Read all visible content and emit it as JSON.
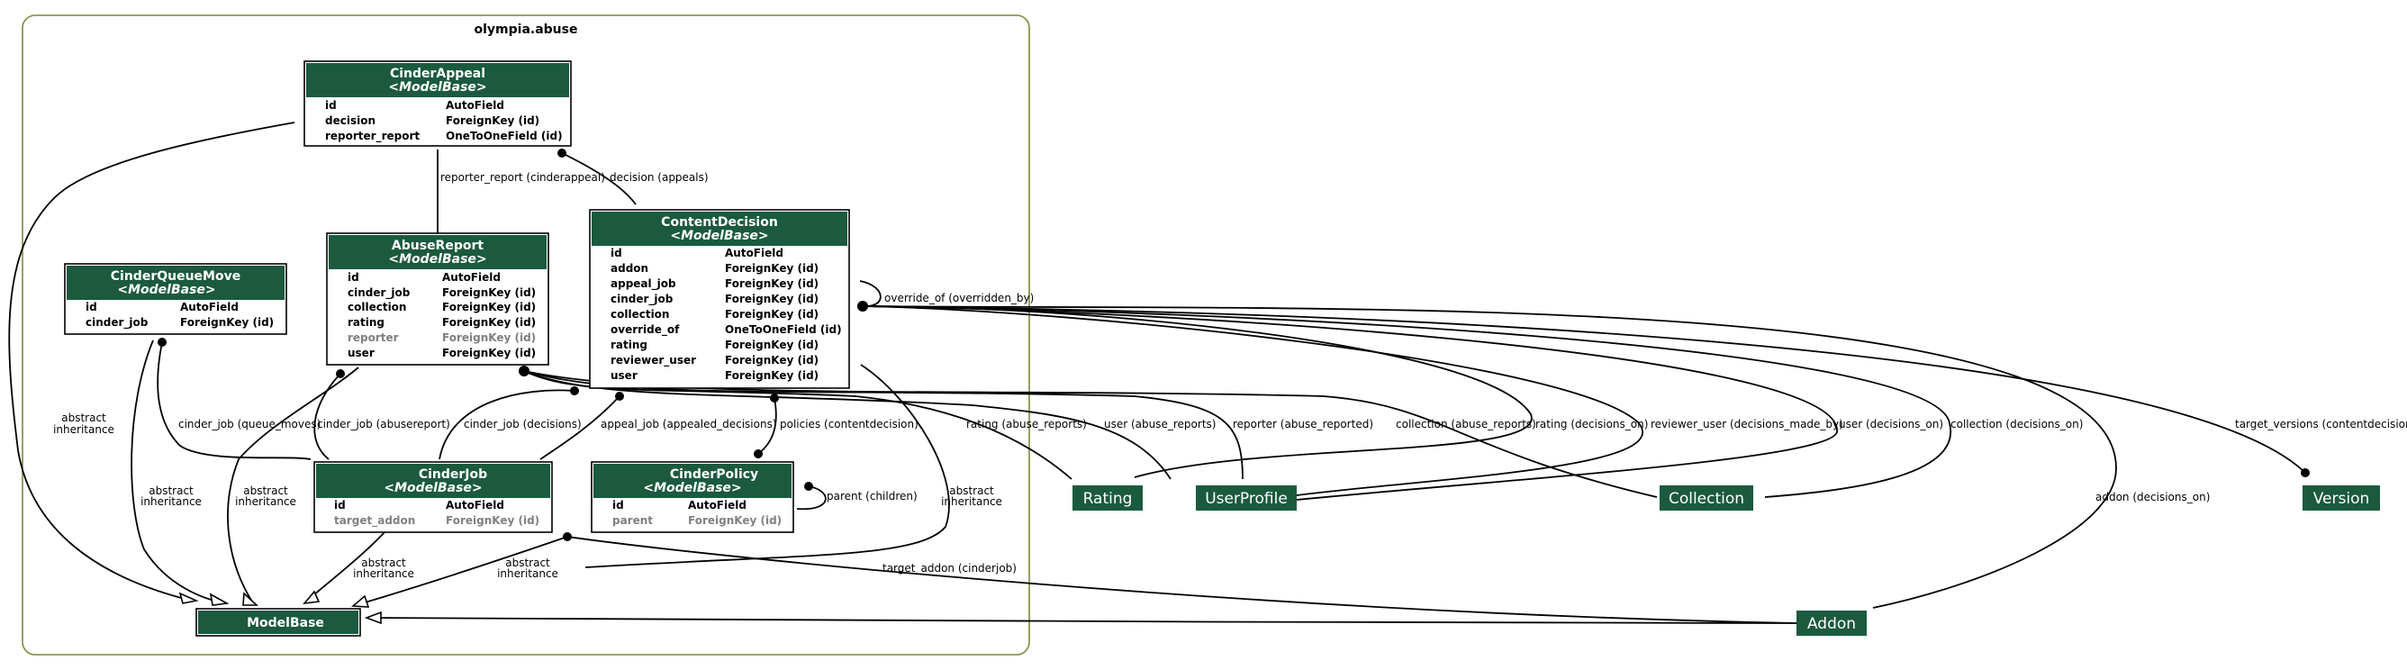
{
  "cluster": {
    "title": "olympia.abuse"
  },
  "models": {
    "cinderappeal": {
      "name": "CinderAppeal",
      "base": "<ModelBase>",
      "fields": [
        {
          "name": "id",
          "type": "AutoField",
          "muted": false
        },
        {
          "name": "decision",
          "type": "ForeignKey (id)",
          "muted": false
        },
        {
          "name": "reporter_report",
          "type": "OneToOneField (id)",
          "muted": false
        }
      ]
    },
    "abusereport": {
      "name": "AbuseReport",
      "base": "<ModelBase>",
      "fields": [
        {
          "name": "id",
          "type": "AutoField",
          "muted": false
        },
        {
          "name": "cinder_job",
          "type": "ForeignKey (id)",
          "muted": false
        },
        {
          "name": "collection",
          "type": "ForeignKey (id)",
          "muted": false
        },
        {
          "name": "rating",
          "type": "ForeignKey (id)",
          "muted": false
        },
        {
          "name": "reporter",
          "type": "ForeignKey (id)",
          "muted": true
        },
        {
          "name": "user",
          "type": "ForeignKey (id)",
          "muted": false
        }
      ]
    },
    "contentdecision": {
      "name": "ContentDecision",
      "base": "<ModelBase>",
      "fields": [
        {
          "name": "id",
          "type": "AutoField",
          "muted": false
        },
        {
          "name": "addon",
          "type": "ForeignKey (id)",
          "muted": false
        },
        {
          "name": "appeal_job",
          "type": "ForeignKey (id)",
          "muted": false
        },
        {
          "name": "cinder_job",
          "type": "ForeignKey (id)",
          "muted": false
        },
        {
          "name": "collection",
          "type": "ForeignKey (id)",
          "muted": false
        },
        {
          "name": "override_of",
          "type": "OneToOneField (id)",
          "muted": false
        },
        {
          "name": "rating",
          "type": "ForeignKey (id)",
          "muted": false
        },
        {
          "name": "reviewer_user",
          "type": "ForeignKey (id)",
          "muted": false
        },
        {
          "name": "user",
          "type": "ForeignKey (id)",
          "muted": false
        }
      ]
    },
    "cinderqueuemove": {
      "name": "CinderQueueMove",
      "base": "<ModelBase>",
      "fields": [
        {
          "name": "id",
          "type": "AutoField",
          "muted": false
        },
        {
          "name": "cinder_job",
          "type": "ForeignKey (id)",
          "muted": false
        }
      ]
    },
    "cinderjob": {
      "name": "CinderJob",
      "base": "<ModelBase>",
      "fields": [
        {
          "name": "id",
          "type": "AutoField",
          "muted": false
        },
        {
          "name": "target_addon",
          "type": "ForeignKey (id)",
          "muted": true
        }
      ]
    },
    "cinderpolicy": {
      "name": "CinderPolicy",
      "base": "<ModelBase>",
      "fields": [
        {
          "name": "id",
          "type": "AutoField",
          "muted": false
        },
        {
          "name": "parent",
          "type": "ForeignKey (id)",
          "muted": true
        }
      ]
    },
    "modelbase": {
      "name": "ModelBase"
    }
  },
  "external_models": {
    "rating": "Rating",
    "userprofile": "UserProfile",
    "collection": "Collection",
    "version": "Version",
    "addon": "Addon"
  },
  "edge_labels": {
    "reporter_report": "reporter_report (cinderappeal)",
    "decision": "decision (appeals)",
    "override_of": "override_of (overridden_by)",
    "cinder_job_queue_moves": "cinder_job (queue_moves)",
    "cinder_job_abusereport": "cinder_job (abusereport)",
    "cinder_job_decisions": "cinder_job (decisions)",
    "appeal_job": "appeal_job (appealed_decisions)",
    "policies": "policies (contentdecision)",
    "parent": "parent (children)",
    "rating_abuse": "rating (abuse_reports)",
    "user_abuse": "user (abuse_reports)",
    "reporter_abuse": "reporter (abuse_reported)",
    "collection_abuse": "collection (abuse_reports)",
    "rating_decisions": "rating (decisions_on)",
    "reviewer_user": "reviewer_user (decisions_made_by)",
    "user_decisions": "user (decisions_on)",
    "collection_decisions": "collection (decisions_on)",
    "target_versions": "target_versions (contentdecision)",
    "addon_decisions": "addon (decisions_on)",
    "target_addon": "target_addon (cinderjob)",
    "abstract_inheritance": [
      "abstract",
      "inheritance"
    ]
  }
}
